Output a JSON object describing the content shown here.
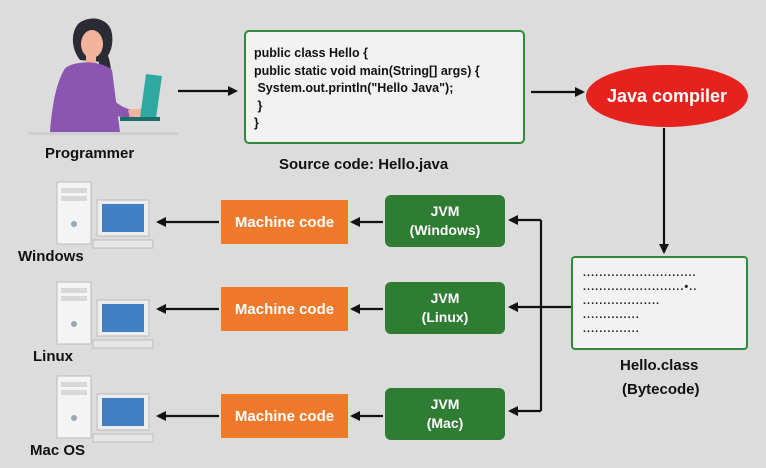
{
  "programmer": {
    "label": "Programmer"
  },
  "source": {
    "code_lines": [
      "public class Hello {",
      "public static void main(String[] args) {",
      " System.out.println(\"Hello Java\");",
      " }",
      "}"
    ],
    "caption": "Source code: Hello.java"
  },
  "compiler": {
    "label": "Java compiler"
  },
  "bytecode": {
    "lines": [
      "............................",
      ".........................•..",
      "...................",
      "..............",
      ".............."
    ],
    "caption_line1": "Hello.class",
    "caption_line2": "(Bytecode)"
  },
  "platforms": [
    {
      "jvm_line1": "JVM",
      "jvm_line2": "(Windows)",
      "machine": "Machine code",
      "os": "Windows"
    },
    {
      "jvm_line1": "JVM",
      "jvm_line2": "(Linux)",
      "machine": "Machine code",
      "os": "Linux"
    },
    {
      "jvm_line1": "JVM",
      "jvm_line2": "(Mac)",
      "machine": "Machine code",
      "os": "Mac OS"
    }
  ],
  "colors": {
    "background": "#dcdcdc",
    "jvm_green": "#2e7d32",
    "machine_orange": "#f07a2c",
    "compiler_red": "#e5221d",
    "box_border_green": "#2e8b3a"
  }
}
